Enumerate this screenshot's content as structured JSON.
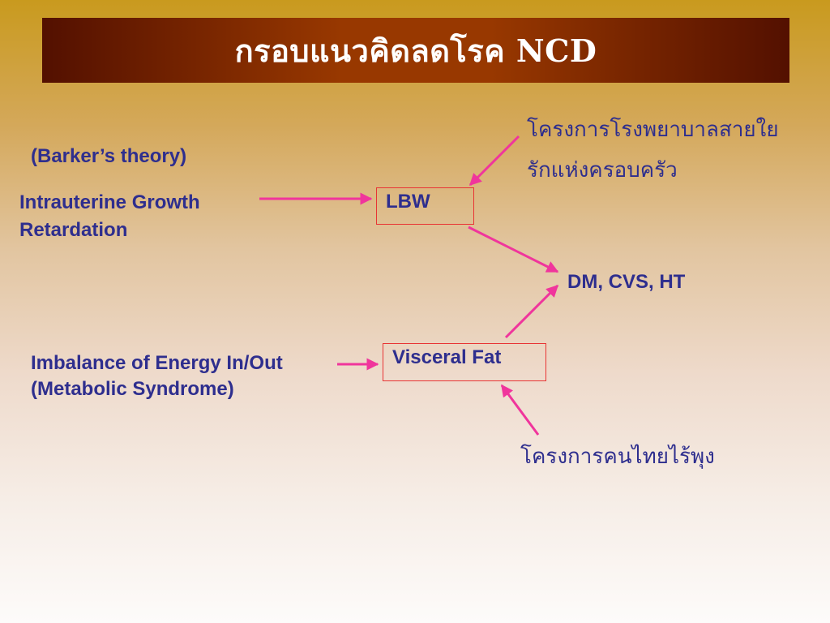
{
  "title": "กรอบแนวคิดลดโรค  NCD",
  "barker": "(Barker’s theory)",
  "iugr": [
    "Intrauterine Growth",
    "Retardation"
  ],
  "lbw": "LBW",
  "hospital_project": [
    "โครงการโรงพยาบาลสายใย",
    "รักแห่งครอบครัว"
  ],
  "outcome": "DM, CVS, HT",
  "imbalance": [
    "Imbalance of Energy In/Out",
    "(Metabolic Syndrome)"
  ],
  "visceral_fat": "Visceral Fat",
  "belly_project": "โครงการคนไทยไร้พุง",
  "colors": {
    "arrow": "#f0359c",
    "text": "#2e2e8e",
    "box_border": "#e83434",
    "title_bg": "#983800"
  }
}
